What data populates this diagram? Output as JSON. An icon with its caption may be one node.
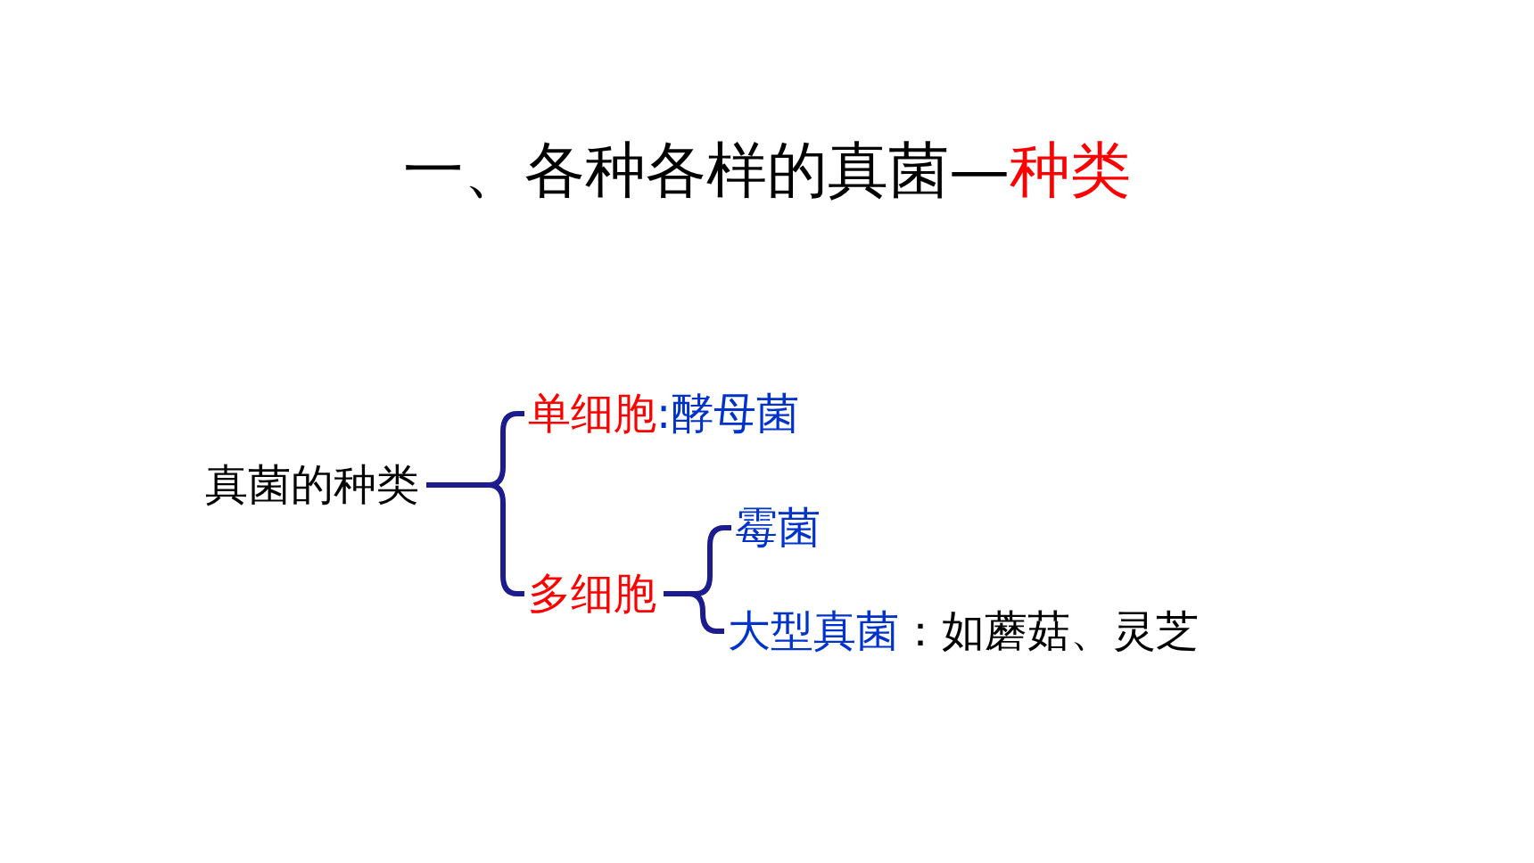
{
  "diagram": {
    "title": "一、各种各样的真菌—种类",
    "nodes": [
      {
        "text": [
          "真菌的种类"
        ]
      },
      {
        "text": [
          "单细胞",
          ":酵母菌"
        ]
      },
      {
        "text": [
          "多细胞"
        ]
      },
      {
        "text": [
          "霉菌"
        ]
      },
      {
        "text": [
          "大型真菌",
          "：如蘑菇、灵芝"
        ]
      }
    ],
    "edges": [
      {
        "from": 0,
        "to": 1,
        "arrow": "none"
      },
      {
        "from": 0,
        "to": 2,
        "arrow": "none"
      },
      {
        "from": 2,
        "to": 3,
        "arrow": "none"
      },
      {
        "from": 2,
        "to": 4,
        "arrow": "none"
      }
    ]
  }
}
